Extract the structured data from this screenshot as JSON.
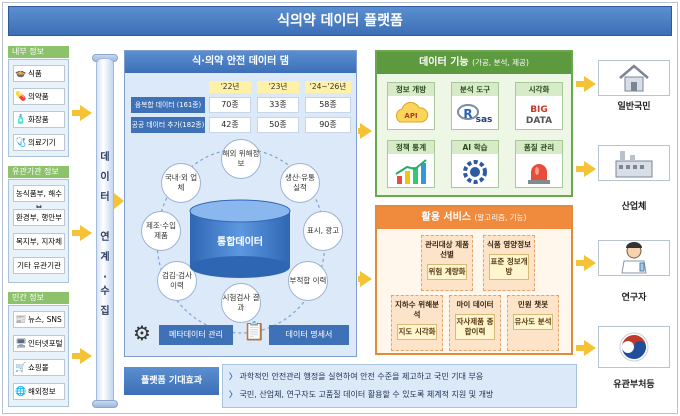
{
  "title": "식의약 데이터 플랫폼",
  "sources": {
    "internal": {
      "label": "내부 정보",
      "items": [
        {
          "label": "식품",
          "icon": "food-icon"
        },
        {
          "label": "의약품",
          "icon": "medicine-icon"
        },
        {
          "label": "화장품",
          "icon": "cosmetics-icon"
        },
        {
          "label": "의료기기",
          "icon": "medical-device-icon"
        }
      ]
    },
    "related": {
      "label": "유관기관 정보",
      "items": [
        {
          "label": "농식품부, 해수부"
        },
        {
          "label": "환경부, 행안부"
        },
        {
          "label": "복지부, 지자체"
        },
        {
          "label": "기타 유관기관"
        }
      ]
    },
    "private": {
      "label": "민간 정보",
      "items": [
        {
          "label": "뉴스, SNS",
          "icon": "news-icon"
        },
        {
          "label": "인터넷포털",
          "icon": "portal-icon"
        },
        {
          "label": "쇼핑몰",
          "icon": "cart-icon"
        },
        {
          "label": "해외정보",
          "icon": "globe-icon"
        }
      ]
    }
  },
  "pipeline_label": "데이터 연계·수집",
  "dam": {
    "title": "식·의약 안전 데이터 댐",
    "years": [
      "'22년",
      "'23년",
      "'24~'26년"
    ],
    "rows": [
      {
        "label": "융복합 데이터 (161종)",
        "values": [
          "70종",
          "33종",
          "58종"
        ]
      },
      {
        "label": "공공 데이터 추가(182종)",
        "values": [
          "42종",
          "50종",
          "90종"
        ]
      }
    ],
    "cycle": [
      "해외 위해정보",
      "생산·유통 실적",
      "표시, 광고",
      "부적합 이력",
      "시험검사 결과",
      "검김·검사 이력",
      "제조·수입 제품",
      "국내·외 업체"
    ],
    "center": "통합데이터",
    "buttons": [
      "메타데이터 관리",
      "데이터 명세서"
    ]
  },
  "functions": {
    "title": "데이터 기능",
    "subtitle": "(가공, 분석, 제공)",
    "items": [
      {
        "label": "정보 개방",
        "icon": "api-icon"
      },
      {
        "label": "분석 도구",
        "icon": "r-sas-icon"
      },
      {
        "label": "시각화",
        "icon": "big-data-icon"
      },
      {
        "label": "정책 통계",
        "icon": "chart-icon"
      },
      {
        "label": "AI 학습",
        "icon": "brain-gear-icon"
      },
      {
        "label": "품질 관리",
        "icon": "siren-icon"
      }
    ]
  },
  "services": {
    "title": "활용 서비스",
    "subtitle": "(알고리즘, 기능)",
    "items": [
      {
        "title": "관리대상 제품선별",
        "badge": "위험 계량화"
      },
      {
        "title": "식품 영양정보",
        "badge": "표준 정보개방"
      },
      {
        "title": "지하수 위해분석",
        "badge": "지도 시각화"
      },
      {
        "title": "마이 데이터",
        "badge": "자사제품 종합이력"
      },
      {
        "title": "민원 챗봇",
        "badge": "유사도 분석"
      }
    ]
  },
  "users": [
    "일반국민",
    "산업체",
    "연구자",
    "유관부처등"
  ],
  "effect": {
    "label": "플랫폼 기대효과",
    "lines": [
      "과학적인 안전관리 행정을 실현하여 안전 수준을 제고하고 국민 기대 부응",
      "국민, 산업체, 연구자도 고품질 데이터 활용할 수 있도록 체계적 지원 및 개방"
    ]
  }
}
